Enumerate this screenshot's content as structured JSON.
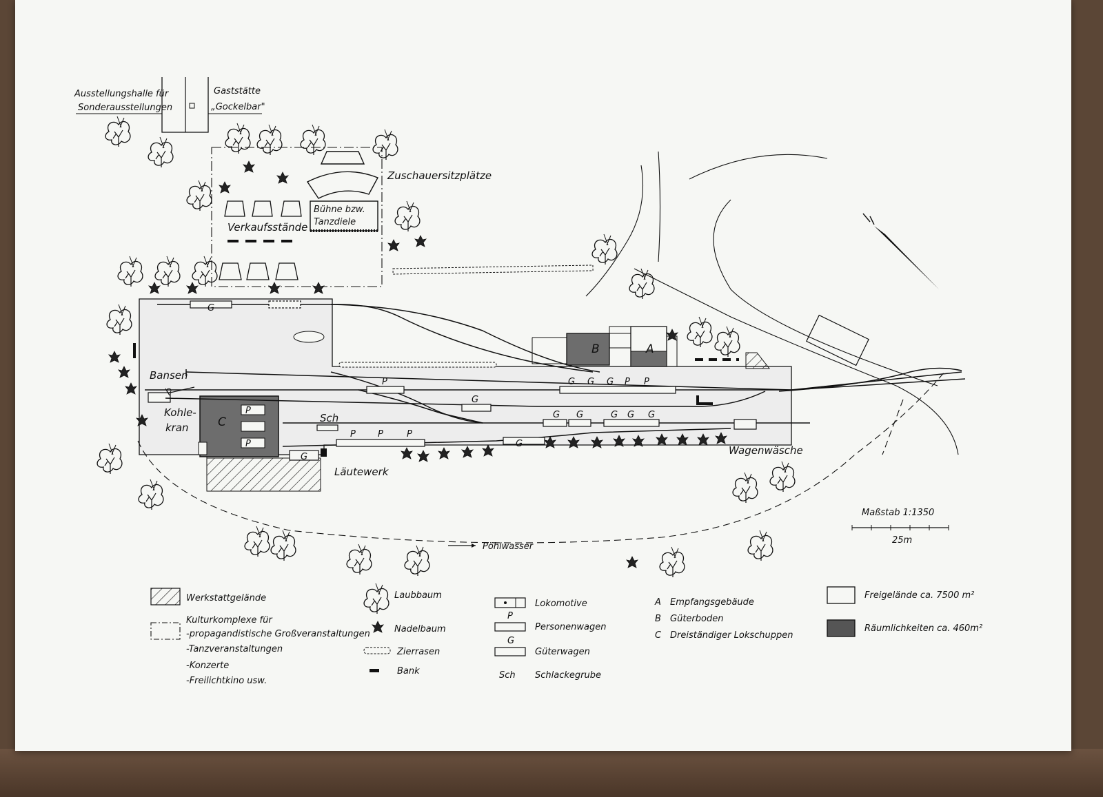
{
  "site_labels": {
    "ausstellungshalle_1": "Ausstellungshalle für",
    "ausstellungshalle_2": "Sonderausstellungen",
    "gaststaette_1": "Gaststätte",
    "gaststaette_2": "„Gockelbar\"",
    "zuschauer": "Zuschauersitzplätze",
    "buehne_1": "Bühne bzw.",
    "buehne_2": "Tanzdiele",
    "verkauf": "Verkaufsstände",
    "bansen": "Bansen",
    "kohlekran_1": "Kohle-",
    "kohlekran_2": "kran",
    "sch": "Sch",
    "lautewerk": "Läutewerk",
    "wagenwaesche": "Wagenwäsche",
    "poehlwasser": "Pöhlwasser",
    "bld_a": "A",
    "bld_b": "B",
    "bld_c": "C"
  },
  "car_labels": {
    "g": "G",
    "p": "P"
  },
  "scale": {
    "title": "Maßstab 1:1350",
    "unit": "25m"
  },
  "legend": {
    "col1": {
      "werkstatt": "Werkstattgelände",
      "kultur_1": "Kulturkomplexe für",
      "kultur_2": "-propagandistische Großveranstaltungen",
      "kultur_3": "-Tanzveranstaltungen",
      "kultur_4": "-Konzerte",
      "kultur_5": "-Freilichtkino usw."
    },
    "col2": {
      "laubbaum": "Laubbaum",
      "nadelbaum": "Nadelbaum",
      "zierrasen": "Zierrasen",
      "bank": "Bank"
    },
    "col3": {
      "lokomotive": "Lokomotive",
      "p_symbol": "P",
      "personenwagen": "Personenwagen",
      "g_symbol": "G",
      "gueterwagen": "Güterwagen",
      "sch_symbol": "Sch",
      "schlackegrube": "Schlackegrube"
    },
    "col4": {
      "a_key": "A",
      "a_text": "Empfangsgebäude",
      "b_key": "B",
      "b_text": "Güterboden",
      "c_key": "C",
      "c_text": "Dreiständiger Lokschuppen"
    },
    "col5": {
      "frei": "Freigelände  ca. 7500 m²",
      "raum": "Räumlichkeiten  ca. 460m²"
    }
  }
}
